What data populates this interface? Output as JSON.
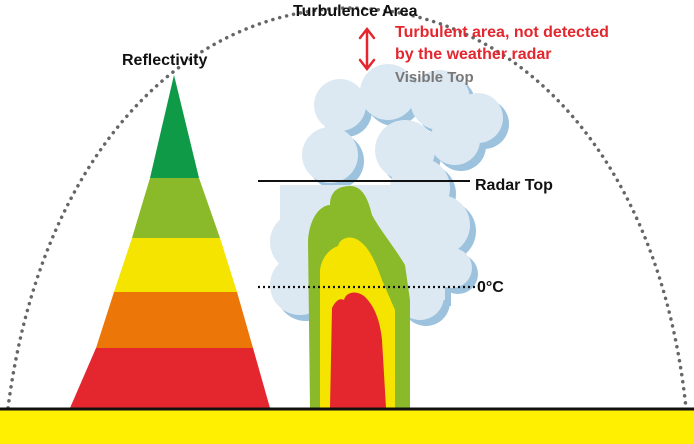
{
  "labels": {
    "turbulence_area": "Turbulence Area",
    "reflectivity": "Reflectivity",
    "turbulent_note_line1": "Turbulent area, not detected",
    "turbulent_note_line2": "by the weather radar",
    "visible_top": "Visible Top",
    "radar_top": "Radar Top",
    "zero_c": "0°C"
  },
  "reflectivity_bands": [
    "#0e9a47",
    "#8ab92a",
    "#f5e400",
    "#ec7608",
    "#e4262e"
  ],
  "colors": {
    "ground": "#ffef00",
    "cloud": "#dde9f2",
    "cloud_shadow": "#9cc2dd",
    "outer_core": "#8ab92a",
    "middle_core": "#f5e400",
    "inner_core": "#e4262e",
    "arrow": "#e4262e",
    "note_text": "#e4262e",
    "visible_top_text": "#777777",
    "dome": "#666666"
  }
}
